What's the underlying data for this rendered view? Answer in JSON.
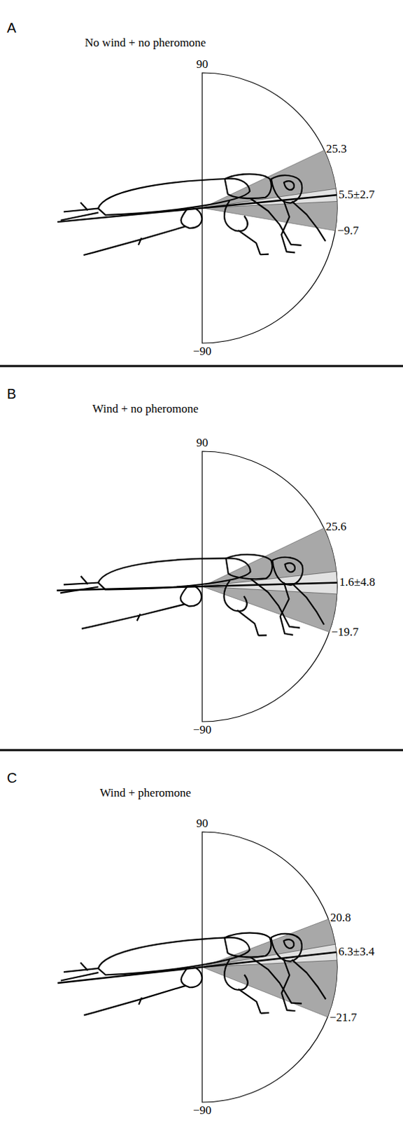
{
  "diagram": {
    "labels": [
      "A",
      "No wind + no pheromone",
      "90",
      "25.3",
      "5.5±2.7",
      "−9.7",
      "−90",
      "B",
      "Wind + no pheromone",
      "90",
      "25.6",
      "1.6±4.8",
      "−19.7",
      "−90",
      "C",
      "Wind + pheromone",
      "90",
      "20.8",
      "6.3±3.4",
      "−21.7",
      "−90"
    ]
  }
}
